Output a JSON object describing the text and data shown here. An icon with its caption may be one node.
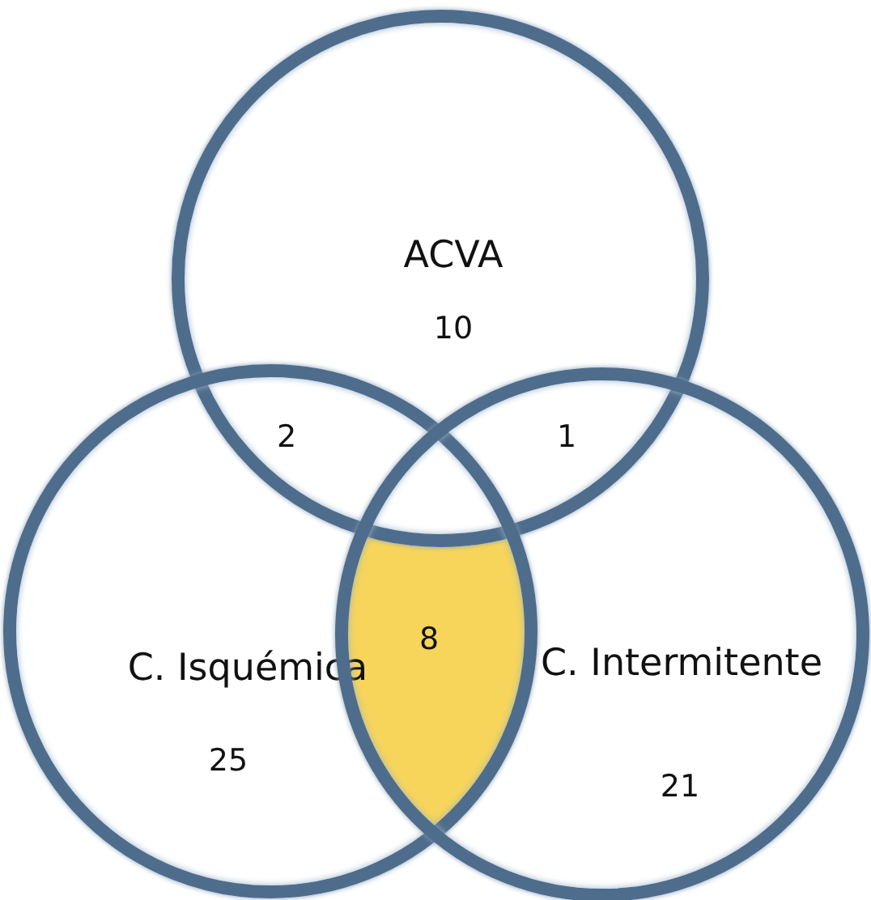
{
  "diagram": {
    "nodes": [
      {
        "text": [
          "ACVA",
          "10"
        ]
      },
      {
        "text": [
          "C. Isquémica",
          "25"
        ]
      },
      {
        "text": [
          "C. Intermitente",
          "21"
        ]
      }
    ],
    "labels": [
      "2",
      "1",
      "8"
    ]
  }
}
